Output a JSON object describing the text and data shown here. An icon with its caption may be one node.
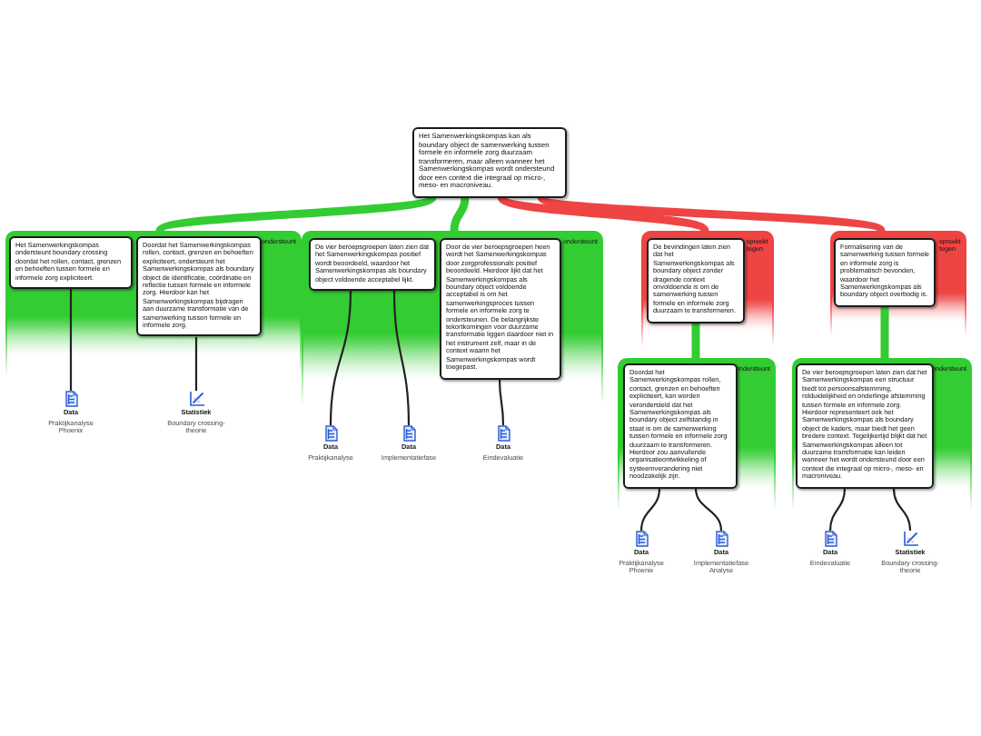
{
  "diagram": {
    "nodes": [
      {
        "text": [
          "Het Samenwerkingskompas kan als boundary object de samenwerking tussen formele en informele zorg duurzaam transformeren, maar alleen wanneer het Samenwerkingskompas wordt ondersteund door een context die integraal op micro-, meso- en macroniveau."
        ]
      },
      {
        "text": [
          "ondersteunt"
        ]
      },
      {
        "text": [
          "Het Samenwerkingskompas ondersteunt boundary crossing doordat het rollen, contact, grenzen en behoeften tussen formele en informele zorg expliciteert."
        ],
        "in": 1
      },
      {
        "text": [
          "Doordat het Samenwerkingskompas rollen, contact, grenzen en behoeften expliciteert, ondersteunt het Samenwerkingskompas als boundary object de identificatie, coördinatie en reflectie tussen formele en informele zorg. Hierdoor kan het Samenwerkingskompas bijdragen aan duurzame transformatie van de samenwerking tussen formele en informele zorg."
        ],
        "in": 1
      },
      {
        "text": [
          "ondersteunt"
        ]
      },
      {
        "text": [
          "De vier beroepsgroepen laten zien dat het Samenwerkingskompas positief wordt beoordeeld, waardoor het Samenwerkingskompas als boundary object voldoende acceptabel lijkt."
        ],
        "in": 4
      },
      {
        "text": [
          "Door de vier beroepsgroepen heen wordt het Samenwerkingskompas door zorgprofessionals positief beoordeeld. Hierdoor lijkt dat het Samenwerkingskompas als boundary object voldoende acceptabel is om het samenwerkingsproces tussen formele en informele zorg te ondersteunen. De belangrijkste tekortkomingen voor duurzame transformatie liggen daardoor niet in het instrument zelf, maar in de context waarin het Samenwerkingskompas wordt toegepast."
        ],
        "in": 4
      },
      {
        "text": [
          "spreekt tegen"
        ]
      },
      {
        "text": [
          "De bevindingen laten zien dat het Samenwerkingskompas als boundary object zonder dragende context onvoldoende is om de samenwerking tussen formele en informele zorg duurzaam te transformeren."
        ],
        "in": 7
      },
      {
        "text": [
          "spreekt tegen"
        ]
      },
      {
        "text": [
          "Formalisering van de samenwerking tussen formele en informele zorg is problematisch bevonden, waardoor het Samenwerkingskompas als boundary object overbodig is."
        ],
        "in": 9
      },
      {
        "text": [
          "ondersteunt"
        ]
      },
      {
        "text": [
          "Doordat het Samenwerkingskompas rollen, contact, grenzen en behoeften expliciteert, kan worden verondersteld dat het Samenwerkingskompas als boundary object zelfstandig in staat is om de samenwerking tussen formele en informele zorg duurzaam te transformeren. Hierdoor zou aanvullende organisatieontwikkeling of systeemverandering niet noodzakelijk zijn."
        ],
        "in": 11
      },
      {
        "text": [
          "ondersteunt"
        ]
      },
      {
        "text": [
          "De vier beroepsgroepen laten zien dat het Samenwerkingskompas een structuur biedt tot persoonsafstemming, rolduidelijkheid en onderlinge afstemming tussen formele en informele zorg. Hierdoor representeert ook het Samenwerkingskompas als boundary object de kaders, maar biedt het geen bredere context. Tegelijkertijd blijkt dat het Samenwerkingskompas alleen tot duurzame transformatie kan leiden wanneer het wordt ondersteund door een context die integraal op micro-, meso- en macroniveau."
        ],
        "in": 13
      },
      {
        "text": [
          "Data",
          "Praktijkanalyse Phoenix"
        ]
      },
      {
        "text": [
          "Statistiek",
          "Boundary crossing-theorie"
        ]
      },
      {
        "text": [
          "Data",
          "Praktijkanalyse"
        ]
      },
      {
        "text": [
          "Data",
          "Implementatiefase"
        ]
      },
      {
        "text": [
          "Data",
          "Eindevaluatie"
        ]
      },
      {
        "text": [
          "Data",
          "Praktijkanalyse Phoenix"
        ]
      },
      {
        "text": [
          "Data",
          "Implementatiefase Analyse"
        ]
      },
      {
        "text": [
          "Data",
          "Eindevaluatie"
        ]
      },
      {
        "text": [
          "Statistiek",
          "Boundary crossing-theorie"
        ]
      }
    ],
    "edges": [
      {
        "from": 1,
        "to": 0,
        "arrow": "none",
        "style": "thick",
        "color": "#33cc33"
      },
      {
        "from": 4,
        "to": 0,
        "arrow": "none",
        "style": "thick",
        "color": "#33cc33"
      },
      {
        "from": 7,
        "to": 0,
        "arrow": "none",
        "style": "thick",
        "color": "#ee4444"
      },
      {
        "from": 9,
        "to": 0,
        "arrow": "none",
        "style": "thick",
        "color": "#ee4444"
      },
      {
        "from": 11,
        "to": 8,
        "arrow": "none",
        "style": "thick",
        "color": "#33cc33"
      },
      {
        "from": 13,
        "to": 10,
        "arrow": "none",
        "style": "thick",
        "color": "#33cc33"
      },
      {
        "from": 15,
        "to": 2,
        "arrow": "none"
      },
      {
        "from": 16,
        "to": 3,
        "arrow": "none"
      },
      {
        "from": 17,
        "to": 5,
        "arrow": "none"
      },
      {
        "from": 18,
        "to": 5,
        "arrow": "none"
      },
      {
        "from": 19,
        "to": 6,
        "arrow": "none"
      },
      {
        "from": 20,
        "to": 12,
        "arrow": "none"
      },
      {
        "from": 21,
        "to": 12,
        "arrow": "none"
      },
      {
        "from": 22,
        "to": 14,
        "arrow": "none"
      },
      {
        "from": 23,
        "to": 14,
        "arrow": "none"
      }
    ]
  }
}
